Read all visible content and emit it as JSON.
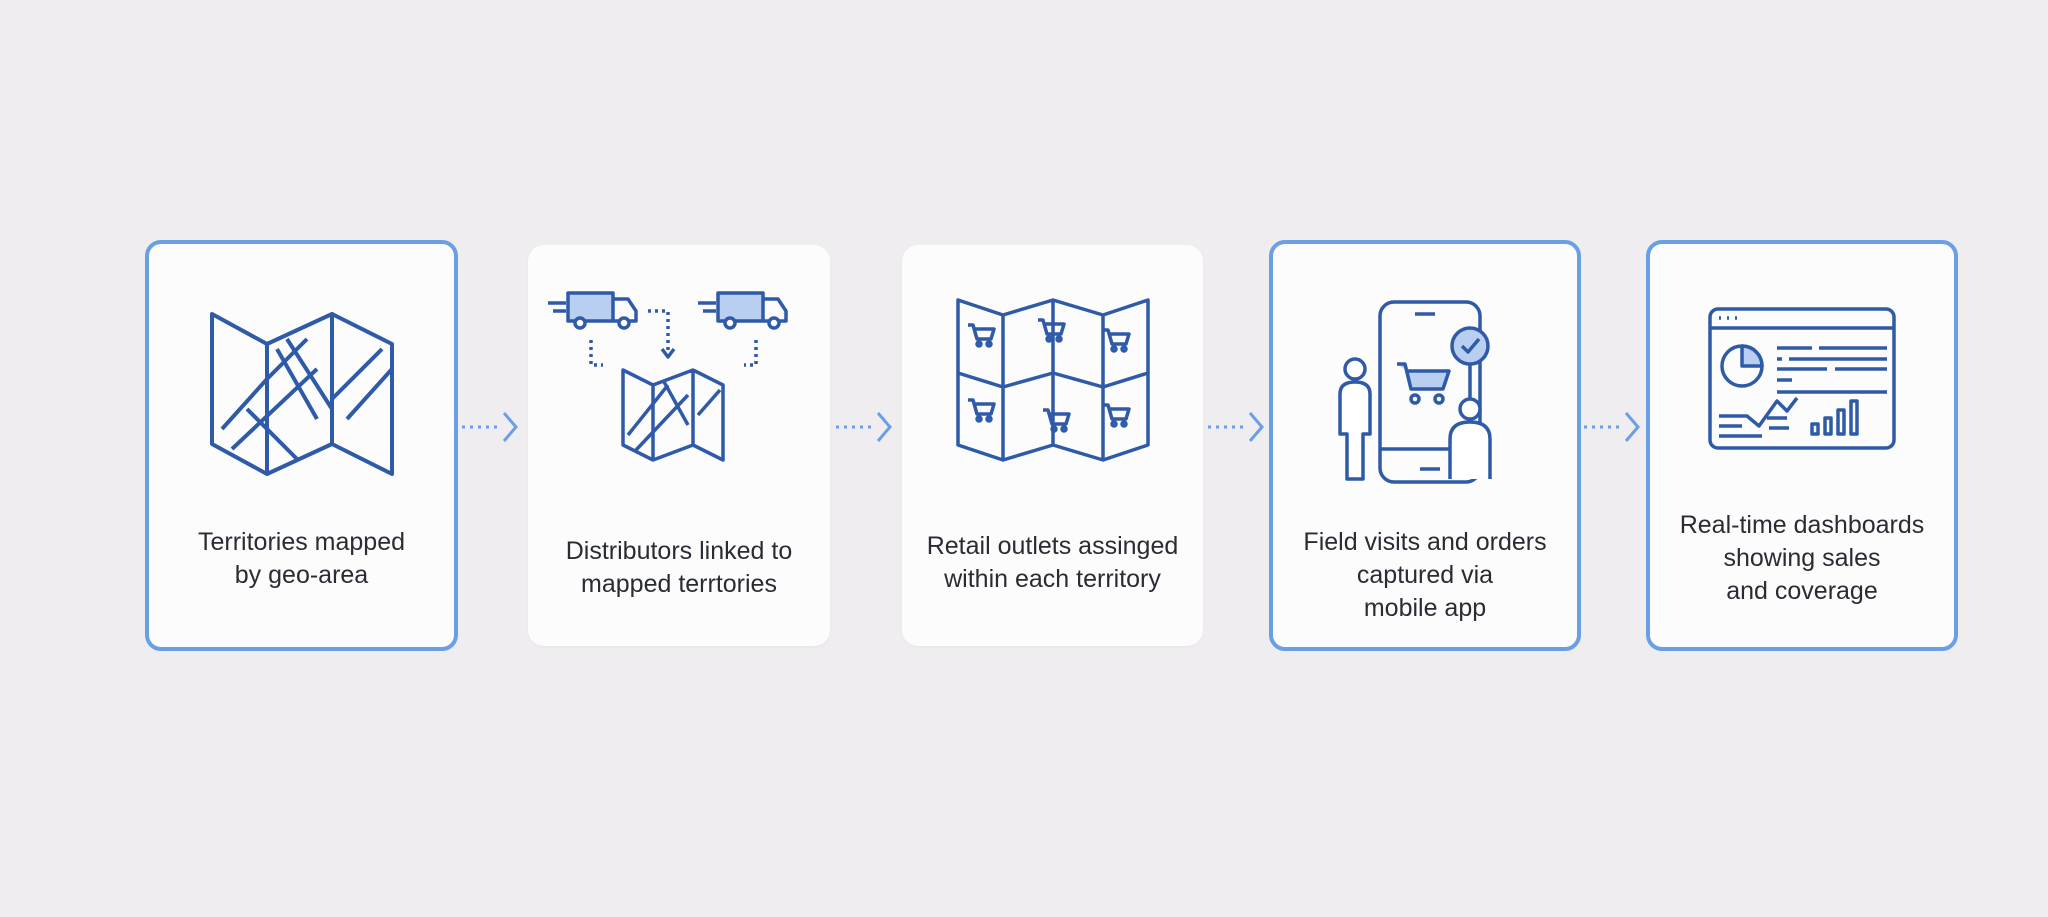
{
  "steps": [
    {
      "label_lines": [
        "Territories mapped",
        "by geo-area"
      ],
      "icon": "folded-map-icon"
    },
    {
      "label_lines": [
        "Distributors linked to",
        "mapped terrtories"
      ],
      "icon": "delivery-trucks-to-map-icon"
    },
    {
      "label_lines": [
        "Retail outlets assinged",
        "within each territory"
      ],
      "icon": "map-with-carts-icon"
    },
    {
      "label_lines": [
        "Field visits and orders",
        "captured via",
        "mobile app"
      ],
      "icon": "mobile-order-icon"
    },
    {
      "label_lines": [
        "Real-time dashboards",
        "showing sales",
        "and coverage"
      ],
      "icon": "dashboard-icon"
    }
  ],
  "colors": {
    "accent": "#2e5aa8",
    "border": "#6a9fe6",
    "arrow": "#6a9fe6",
    "background": "#efedf0"
  }
}
